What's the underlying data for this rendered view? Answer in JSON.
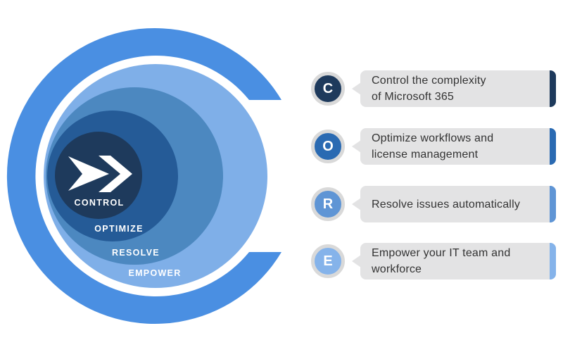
{
  "canvas": {
    "background": "#ffffff"
  },
  "diagram": {
    "outer_ring": {
      "color": "#4a8fe2"
    },
    "levels": [
      {
        "label": "EMPOWER",
        "color": "#7fafe8"
      },
      {
        "label": "RESOLVE",
        "color": "#4c88c0"
      },
      {
        "label": "OPTIMIZE",
        "color": "#255b97"
      },
      {
        "label": "CONTROL",
        "color": "#1e3a5c"
      }
    ],
    "logo": {
      "color": "#ffffff"
    }
  },
  "callouts": [
    {
      "letter": "C",
      "color": "#1e3a5c",
      "line1": "Control the complexity",
      "line2": "of Microsoft 365"
    },
    {
      "letter": "O",
      "color": "#2a6ab2",
      "line1": "Optimize workflows and",
      "line2": "license management"
    },
    {
      "letter": "R",
      "color": "#5f95d5",
      "line1": "Resolve issues automatically",
      "line2": ""
    },
    {
      "letter": "E",
      "color": "#85b3ea",
      "line1": "Empower your IT team and",
      "line2": "workforce"
    }
  ],
  "styles": {
    "bubble_bg": "#e3e3e4",
    "badge_ring": "#d9d9d9",
    "text_color": "#333333"
  }
}
